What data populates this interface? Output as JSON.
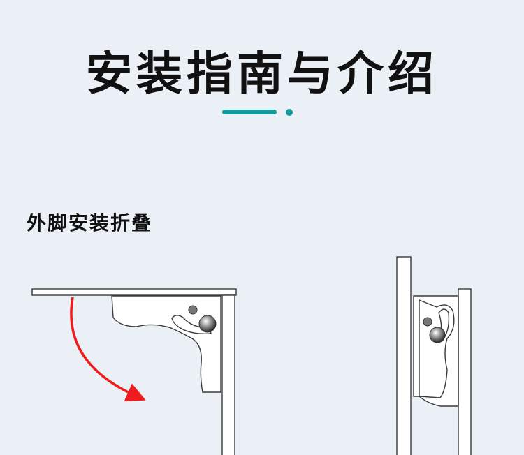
{
  "page": {
    "title": "安装指南与介绍",
    "section_heading": "外脚安装折叠"
  },
  "colors": {
    "background": "#eaf0f5",
    "accent": "#159a9c",
    "arrow": "#ee1c1c",
    "line": "#3a3a3a"
  },
  "icons": {
    "unfolded_bracket": "unfolded-bracket-illustration",
    "folded_bracket": "folded-bracket-illustration",
    "fold_direction": "curved-arrow-icon"
  }
}
